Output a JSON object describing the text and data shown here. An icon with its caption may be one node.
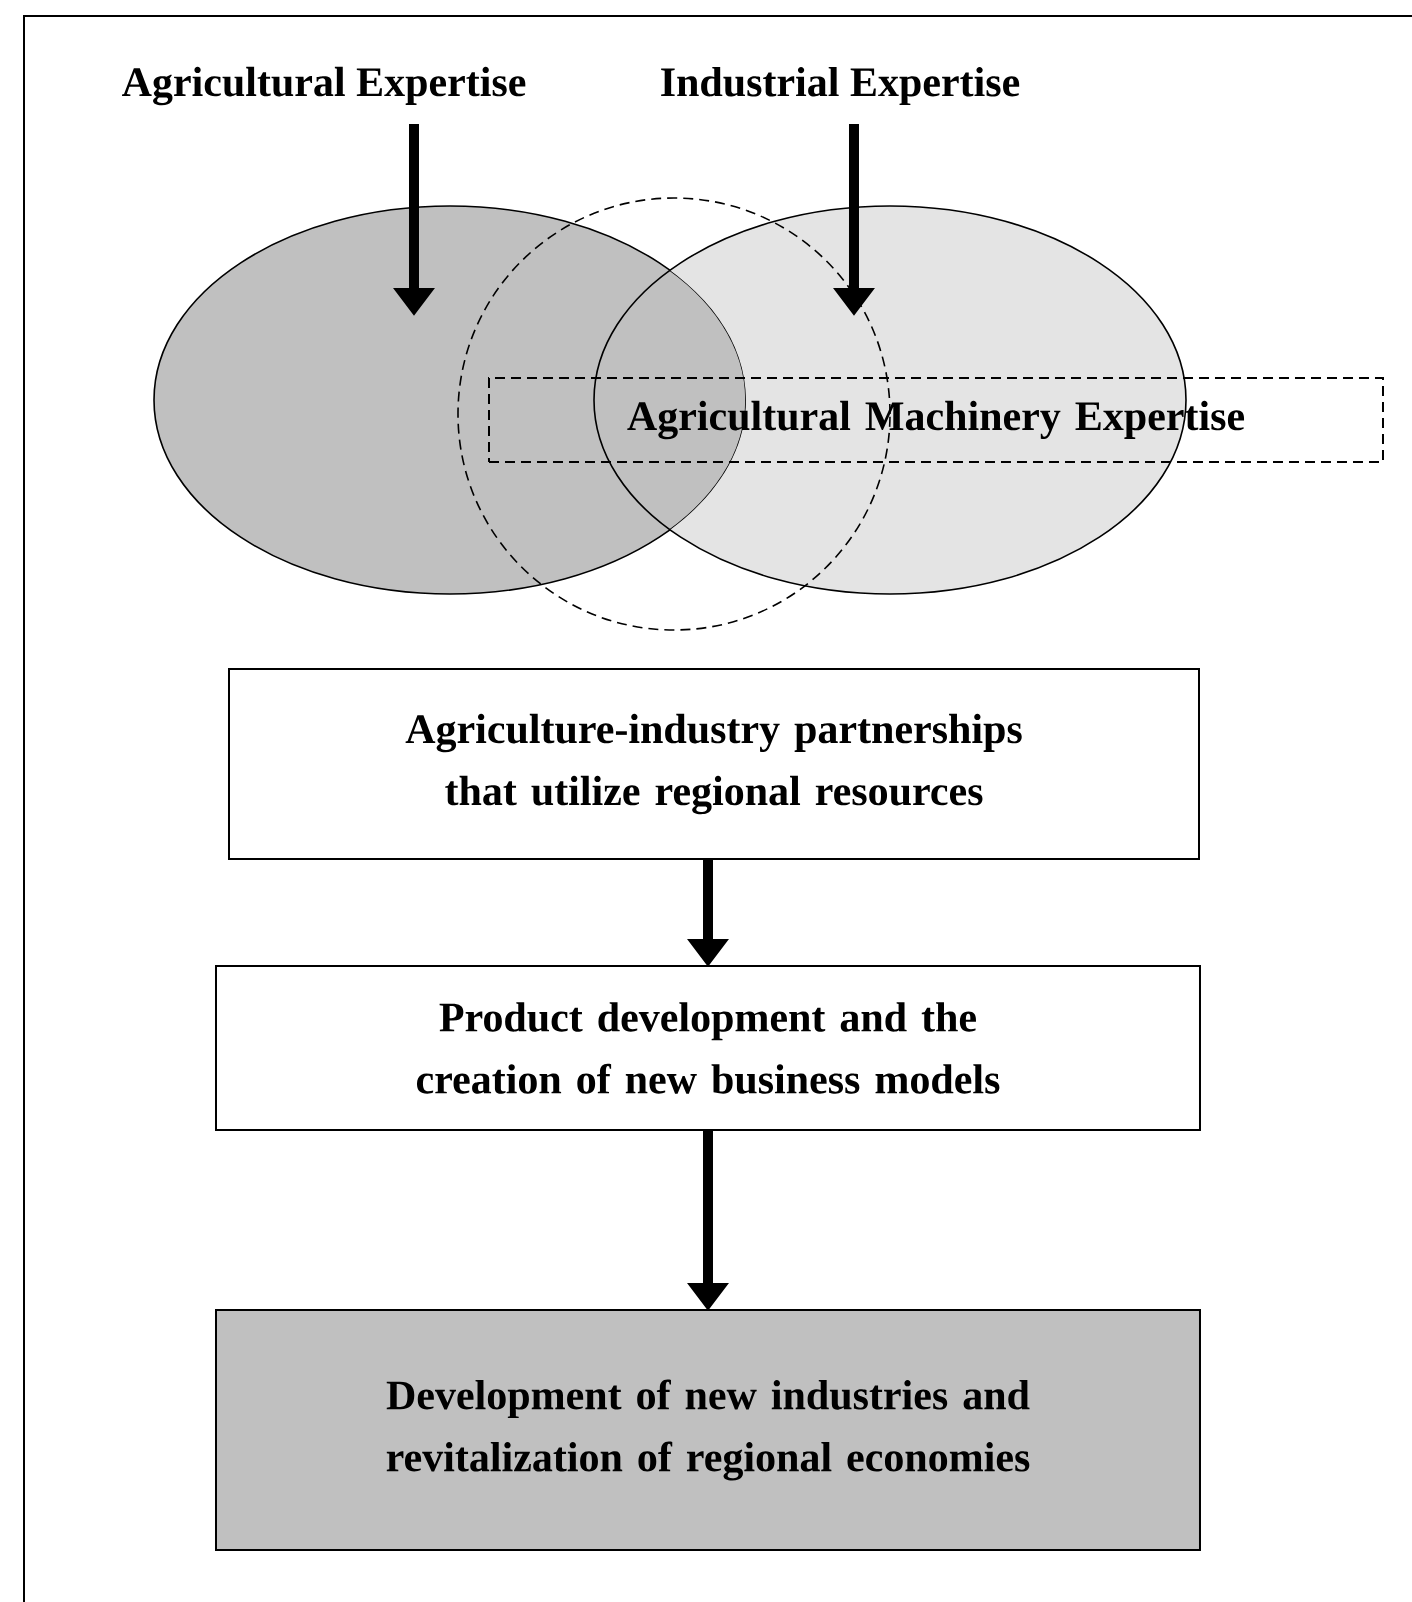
{
  "diagram": {
    "nodes": [
      {
        "text": [
          "Agricultural Expertise"
        ]
      },
      {
        "text": [
          "Industrial Expertise"
        ]
      },
      {
        "text": [],
        "shape": "ellipse"
      },
      {
        "text": [],
        "shape": "ellipse"
      },
      {
        "text": [],
        "shape": "circle"
      },
      {
        "text": [
          "Agricultural Machinery Expertise"
        ]
      },
      {
        "text": [
          "Agriculture-industry partnerships that utilize regional resources"
        ]
      },
      {
        "text": [
          "Product development and the creation of new business models"
        ]
      },
      {
        "text": [
          "Development of new industries and revitalization of regional economies"
        ]
      }
    ],
    "edges": [
      {
        "from": 0,
        "to": 2,
        "arrow": "to"
      },
      {
        "from": 1,
        "to": 3,
        "arrow": "to"
      },
      {
        "from": 6,
        "to": 7,
        "arrow": "to"
      },
      {
        "from": 7,
        "to": 8,
        "arrow": "to"
      }
    ]
  }
}
